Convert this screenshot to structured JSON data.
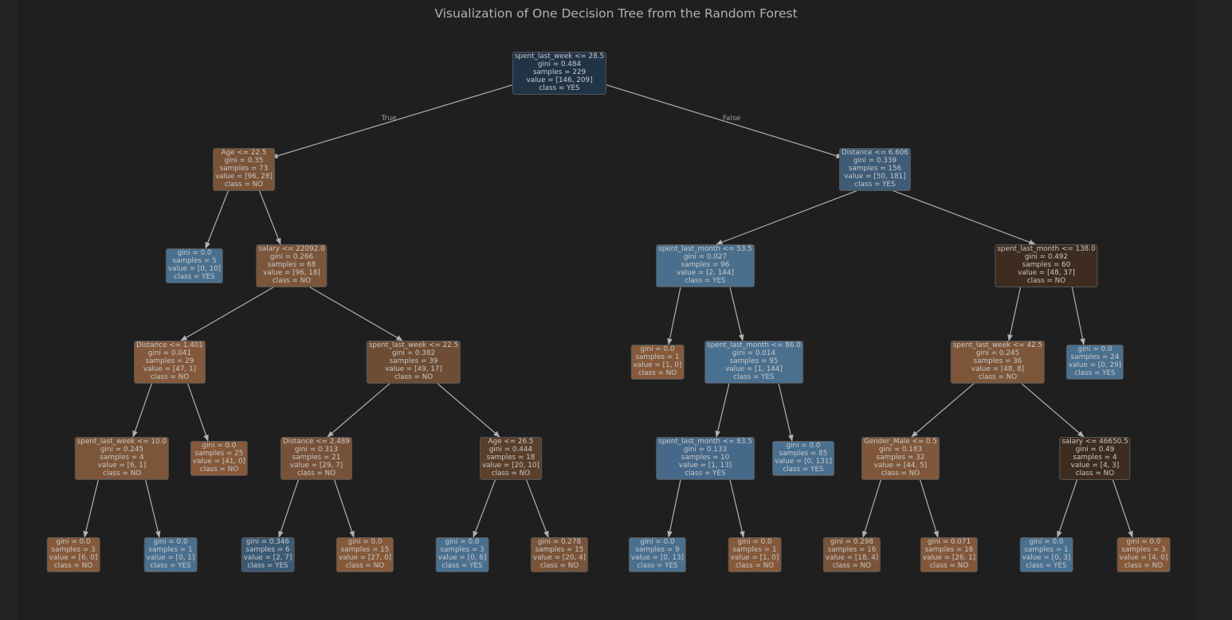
{
  "title": "Visualization of One Decision Tree from the Random Forest",
  "colors": {
    "class_yes_strong": "#213447",
    "class_yes": "#3c5a74",
    "class_yes_light": "#4a7090",
    "class_no_strong": "#3b2a1d",
    "class_no": "#6d4d33",
    "class_no_light": "#845a3c",
    "edge": "#b0b0b0"
  },
  "edge_labels": {
    "true": "True",
    "false": "False"
  },
  "nodes": [
    {
      "id": "n0",
      "parent": null,
      "lines": [
        "spent_last_week <= 28.5",
        "gini = 0.484",
        "samples = 229",
        "value = [146, 209]",
        "class = YES"
      ],
      "color": "#213447"
    },
    {
      "id": "n1",
      "parent": "n0",
      "lines": [
        "Age <= 22.5",
        "gini = 0.35",
        "samples = 73",
        "value = [96, 28]",
        "class = NO"
      ],
      "color": "#7a5438"
    },
    {
      "id": "n2",
      "parent": "n0",
      "lines": [
        "Distance <= 6.606",
        "gini = 0.339",
        "samples = 156",
        "value = [50, 181]",
        "class = YES"
      ],
      "color": "#3e5c77"
    },
    {
      "id": "n3",
      "parent": "n1",
      "lines": [
        "gini = 0.0",
        "samples = 5",
        "value = [0, 10]",
        "class = YES"
      ],
      "color": "#4a7090"
    },
    {
      "id": "n4",
      "parent": "n1",
      "lines": [
        "salary <= 22092.0",
        "gini = 0.266",
        "samples = 68",
        "value = [96, 18]",
        "class = NO"
      ],
      "color": "#7c563a"
    },
    {
      "id": "n5",
      "parent": "n2",
      "lines": [
        "spent_last_month <= 53.5",
        "gini = 0.027",
        "samples = 96",
        "value = [2, 144]",
        "class = YES"
      ],
      "color": "#4a6f8d"
    },
    {
      "id": "n6",
      "parent": "n2",
      "lines": [
        "spent_last_month <= 138.0",
        "gini = 0.492",
        "samples = 60",
        "value = [48, 37]",
        "class = NO"
      ],
      "color": "#3d2c1f"
    },
    {
      "id": "n7",
      "parent": "n4",
      "lines": [
        "Distance <= 1.401",
        "gini = 0.041",
        "samples = 29",
        "value = [47, 1]",
        "class = NO"
      ],
      "color": "#84593b"
    },
    {
      "id": "n8",
      "parent": "n4",
      "lines": [
        "spent_last_week <= 22.5",
        "gini = 0.382",
        "samples = 39",
        "value = [49, 17]",
        "class = NO"
      ],
      "color": "#6e4d34"
    },
    {
      "id": "n9",
      "parent": "n5",
      "lines": [
        "gini = 0.0",
        "samples = 1",
        "value = [1, 0]",
        "class = NO"
      ],
      "color": "#85593a"
    },
    {
      "id": "n10",
      "parent": "n5",
      "lines": [
        "spent_last_month <= 86.0",
        "gini = 0.014",
        "samples = 95",
        "value = [1, 144]",
        "class = YES"
      ],
      "color": "#4a7090"
    },
    {
      "id": "n11",
      "parent": "n6",
      "lines": [
        "spent_last_week <= 42.5",
        "gini = 0.245",
        "samples = 36",
        "value = [48, 8]",
        "class = NO"
      ],
      "color": "#7d563a"
    },
    {
      "id": "n12",
      "parent": "n6",
      "lines": [
        "gini = 0.0",
        "samples = 24",
        "value = [0, 29]",
        "class = YES"
      ],
      "color": "#4a7090"
    },
    {
      "id": "n13",
      "parent": "n7",
      "lines": [
        "spent_last_week <= 10.0",
        "gini = 0.245",
        "samples = 4",
        "value = [6, 1]",
        "class = NO"
      ],
      "color": "#7d563a"
    },
    {
      "id": "n14",
      "parent": "n7",
      "lines": [
        "gini = 0.0",
        "samples = 25",
        "value = [41, 0]",
        "class = NO"
      ],
      "color": "#85593a"
    },
    {
      "id": "n15",
      "parent": "n8",
      "lines": [
        "Distance <= 2.489",
        "gini = 0.313",
        "samples = 21",
        "value = [29, 7]",
        "class = NO"
      ],
      "color": "#785238"
    },
    {
      "id": "n16",
      "parent": "n8",
      "lines": [
        "Age <= 26.5",
        "gini = 0.444",
        "samples = 18",
        "value = [20, 10]",
        "class = NO"
      ],
      "color": "#5a3f2b"
    },
    {
      "id": "n17",
      "parent": "n10",
      "lines": [
        "spent_last_month <= 83.5",
        "gini = 0.133",
        "samples = 10",
        "value = [1, 13]",
        "class = YES"
      ],
      "color": "#46698a"
    },
    {
      "id": "n18",
      "parent": "n10",
      "lines": [
        "gini = 0.0",
        "samples = 85",
        "value = [0, 131]",
        "class = YES"
      ],
      "color": "#4a7090"
    },
    {
      "id": "n19",
      "parent": "n11",
      "lines": [
        "Gender_Male <= 0.5",
        "gini = 0.183",
        "samples = 32",
        "value = [44, 5]",
        "class = NO"
      ],
      "color": "#80573a"
    },
    {
      "id": "n20",
      "parent": "n11",
      "lines": [
        "salary <= 46650.5",
        "gini = 0.49",
        "samples = 4",
        "value = [4, 3]",
        "class = NO"
      ],
      "color": "#3d2c1f"
    },
    {
      "id": "n21",
      "parent": "n13",
      "lines": [
        "gini = 0.0",
        "samples = 3",
        "value = [6, 0]",
        "class = NO"
      ],
      "color": "#85593a"
    },
    {
      "id": "n22",
      "parent": "n13",
      "lines": [
        "gini = 0.0",
        "samples = 1",
        "value = [0, 1]",
        "class = YES"
      ],
      "color": "#4a7090"
    },
    {
      "id": "n23",
      "parent": "n15",
      "lines": [
        "gini = 0.346",
        "samples = 6",
        "value = [2, 7]",
        "class = YES"
      ],
      "color": "#3c5a74"
    },
    {
      "id": "n24",
      "parent": "n15",
      "lines": [
        "gini = 0.0",
        "samples = 15",
        "value = [27, 0]",
        "class = NO"
      ],
      "color": "#85593a"
    },
    {
      "id": "n25",
      "parent": "n16",
      "lines": [
        "gini = 0.0",
        "samples = 3",
        "value = [0, 6]",
        "class = YES"
      ],
      "color": "#4a7090"
    },
    {
      "id": "n26",
      "parent": "n16",
      "lines": [
        "gini = 0.278",
        "samples = 15",
        "value = [20, 4]",
        "class = NO"
      ],
      "color": "#7a5438"
    },
    {
      "id": "n27",
      "parent": "n17",
      "lines": [
        "gini = 0.0",
        "samples = 9",
        "value = [0, 13]",
        "class = YES"
      ],
      "color": "#4a7090"
    },
    {
      "id": "n28",
      "parent": "n17",
      "lines": [
        "gini = 0.0",
        "samples = 1",
        "value = [1, 0]",
        "class = NO"
      ],
      "color": "#85593a"
    },
    {
      "id": "n29",
      "parent": "n19",
      "lines": [
        "gini = 0.298",
        "samples = 16",
        "value = [18, 4]",
        "class = NO"
      ],
      "color": "#7a5438"
    },
    {
      "id": "n30",
      "parent": "n19",
      "lines": [
        "gini = 0.071",
        "samples = 16",
        "value = [26, 1]",
        "class = NO"
      ],
      "color": "#83583a"
    },
    {
      "id": "n31",
      "parent": "n20",
      "lines": [
        "gini = 0.0",
        "samples = 1",
        "value = [0, 3]",
        "class = YES"
      ],
      "color": "#4a7090"
    },
    {
      "id": "n32",
      "parent": "n20",
      "lines": [
        "gini = 0.0",
        "samples = 3",
        "value = [4, 0]",
        "class = NO"
      ],
      "color": "#85593a"
    }
  ]
}
